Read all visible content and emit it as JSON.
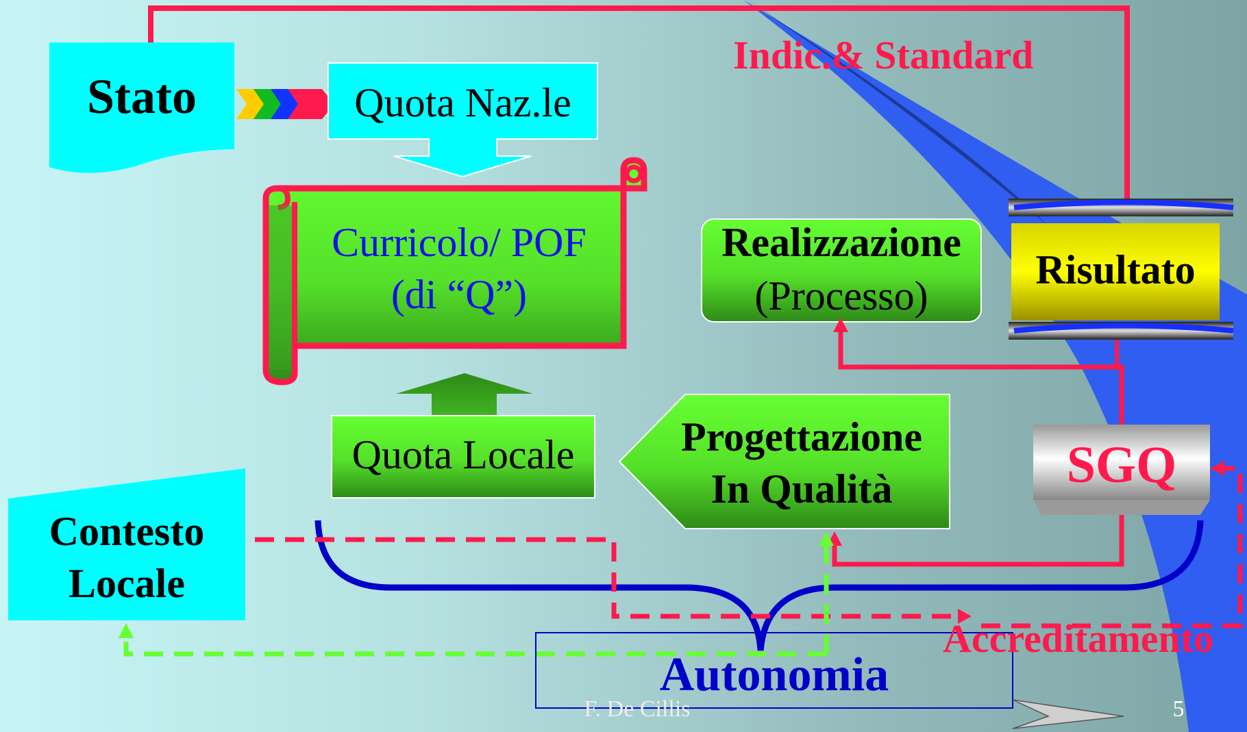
{
  "nodes": {
    "stato": "Stato",
    "quota_naz": "Quota Naz.le",
    "curricolo_line1": "Curricolo/ POF",
    "curricolo_line2": "(di “Q”)",
    "realizzazione_line1": "Realizzazione",
    "realizzazione_line2": "(Processo)",
    "risultato": "Risultato",
    "quota_locale": "Quota Locale",
    "progettazione_line1": "Progettazione",
    "progettazione_line2": "In Qualità",
    "sgq": "SGQ",
    "contesto_line1": "Contesto",
    "contesto_line2": "Locale",
    "autonomia": "Autonomia"
  },
  "labels": {
    "indic_standard": "Indic.& Standard",
    "accreditamento": "Accreditamento"
  },
  "footer": {
    "author": "F. De Cillis",
    "page_number": "5"
  },
  "colors": {
    "cyan_box": "#00ffff",
    "green_box": "#44c41e",
    "red_line": "#ff1a4d",
    "blue_brace": "#0000c8",
    "green_dashed": "#66ff33",
    "yellow_box": "#e8e400"
  }
}
